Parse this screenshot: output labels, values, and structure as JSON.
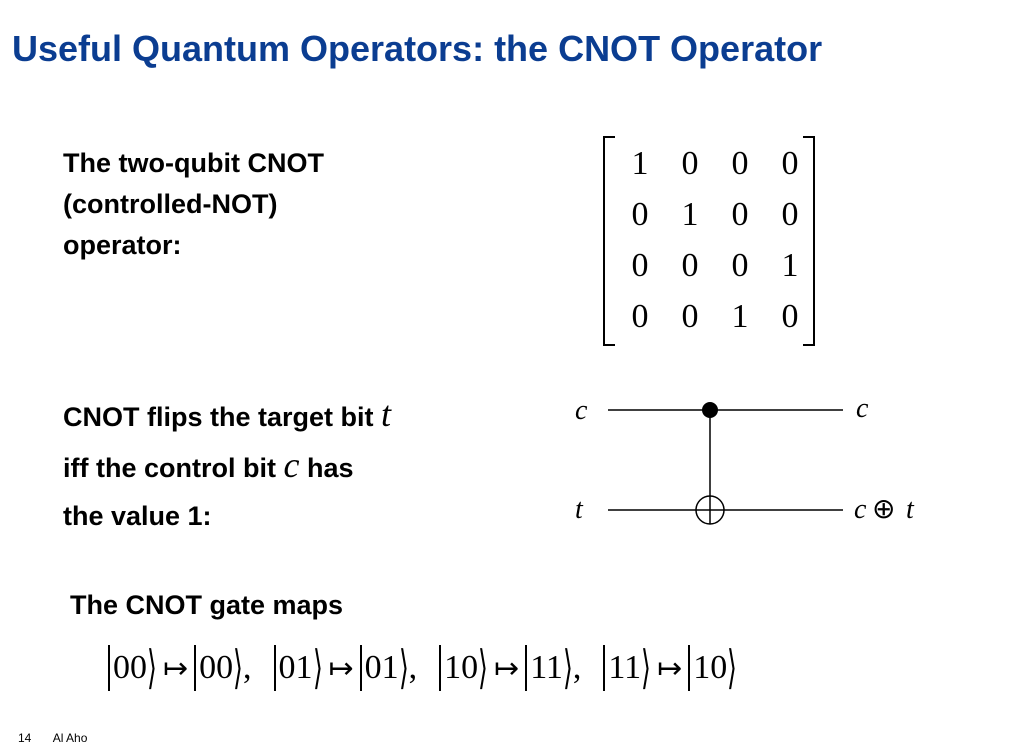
{
  "title": "Useful Quantum Operators: the CNOT Operator",
  "intro_lines": [
    "The two-qubit CNOT",
    "(controlled-NOT)",
    "operator:"
  ],
  "matrix": [
    [
      "1",
      "0",
      "0",
      "0"
    ],
    [
      "0",
      "1",
      "0",
      "0"
    ],
    [
      "0",
      "0",
      "0",
      "1"
    ],
    [
      "0",
      "0",
      "1",
      "0"
    ]
  ],
  "flip_text": {
    "line1": "CNOT flips the target bit",
    "target_var": "t",
    "line2_pre": "iff the control bit",
    "control_var": "c",
    "line2_post": "has",
    "line3": "the value 1:"
  },
  "circuit": {
    "control_in": "c",
    "target_in": "t",
    "control_out": "c",
    "target_out_left": "c",
    "target_out_op": "⊕",
    "target_out_right": "t"
  },
  "maps_label": "The CNOT gate maps",
  "mappings": [
    {
      "from": "00",
      "to": "00",
      "sep": ","
    },
    {
      "from": "01",
      "to": "01",
      "sep": ","
    },
    {
      "from": "10",
      "to": "11",
      "sep": ","
    },
    {
      "from": "11",
      "to": "10",
      "sep": ""
    }
  ],
  "arrow_symbol": "↦",
  "footer": {
    "page": "14",
    "author": "Al Aho"
  },
  "colors": {
    "title": "#0b3d91",
    "text": "#000000"
  }
}
